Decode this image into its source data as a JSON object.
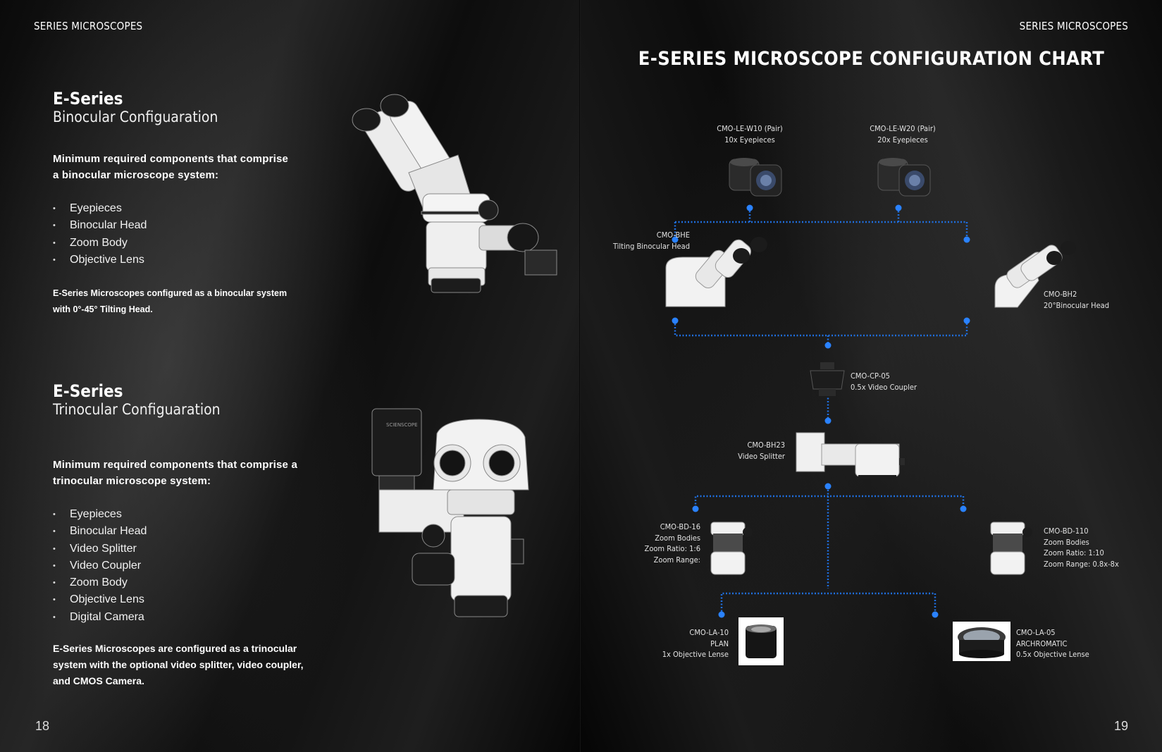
{
  "left_page": {
    "header": "SERIES MICROSCOPES",
    "page_number": "18",
    "binocular": {
      "title": "E-Series",
      "subtitle": "Binocular Configuaration",
      "intro_line1": "Minimum required components that comprise",
      "intro_line2": "a binocular microscope system:",
      "components": [
        "Eyepieces",
        "Binocular Head",
        "Zoom Body",
        "Objective Lens"
      ],
      "note_line1": "E-Series Microscopes configured as a binocular system",
      "note_line2": "with 0°-45° Tilting Head."
    },
    "trinocular": {
      "title": "E-Series",
      "subtitle": "Trinocular Configuaration",
      "intro_line1": "Minimum required components that comprise a",
      "intro_line2": "trinocular microscope system:",
      "components": [
        "Eyepieces",
        "Binocular Head",
        "Video Splitter",
        "Video Coupler",
        "Zoom Body",
        "Objective Lens",
        "Digital Camera"
      ],
      "note_line1": "E-Series Microscopes are configured as a trinocular",
      "note_line2": "system with the optional video splitter, video coupler,",
      "note_line3": "and CMOS Camera.",
      "camera_brand": "SCIENSCOPE"
    }
  },
  "right_page": {
    "header": "SERIES MICROSCOPES",
    "page_number": "19",
    "title": "E-SERIES MICROSCOPE CONFIGURATION CHART",
    "connector_color": "#1f6fe0",
    "products": {
      "eyepiece_w10": {
        "line1": "CMO-LE-W10 (Pair)",
        "line2": "10x Eyepieces"
      },
      "eyepiece_w20": {
        "line1": "CMO-LE-W20 (Pair)",
        "line2": "20x Eyepieces"
      },
      "head_bhe": {
        "line1": "CMO-BHE",
        "line2": "Tilting Binocular Head"
      },
      "head_bh2": {
        "line1": "CMO-BH2",
        "line2": "20°Binocular Head"
      },
      "coupler": {
        "line1": "CMO-CP-05",
        "line2": "0.5x Video Coupler"
      },
      "splitter": {
        "line1": "CMO-BH23",
        "line2": "Video Splitter"
      },
      "zoom_16": {
        "line1": "CMO-BD-16",
        "line2": "Zoom Bodies",
        "line3": "Zoom Ratio: 1:6",
        "line4": "Zoom Range:"
      },
      "zoom_110": {
        "line1": "CMO-BD-110",
        "line2": "Zoom Bodies",
        "line3": "Zoom Ratio: 1:10",
        "line4": "Zoom Range: 0.8x-8x"
      },
      "lens_la10": {
        "line1": "CMO-LA-10",
        "line2": "PLAN",
        "line3": "1x Objective Lense"
      },
      "lens_la05": {
        "line1": "CMO-LA-05",
        "line2": "ARCHROMATIC",
        "line3": "0.5x Objective Lense"
      }
    }
  }
}
